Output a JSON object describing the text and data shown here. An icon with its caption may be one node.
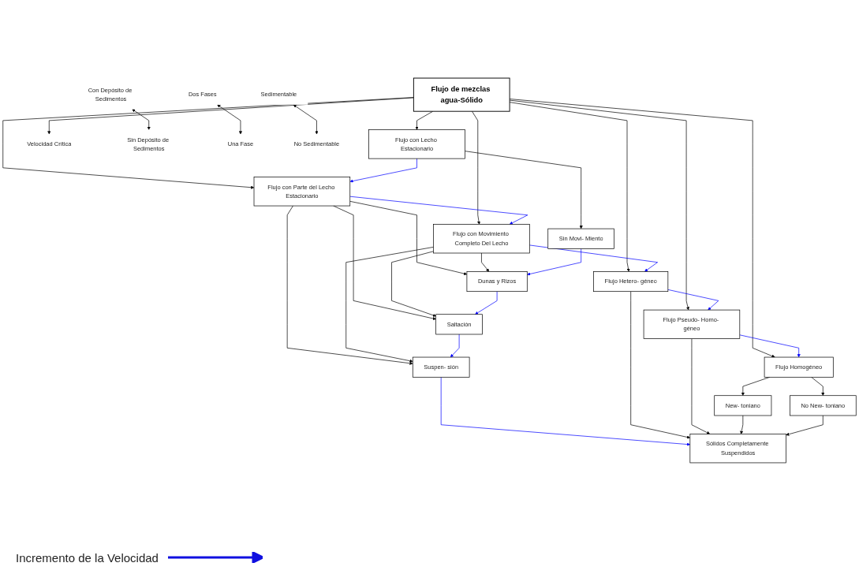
{
  "diagram": {
    "nodes": [
      {
        "text": [
          "Flujo de mezclas agua-Sólido"
        ]
      },
      {
        "text": [
          "Flujo con Lecho Estacionario"
        ]
      },
      {
        "text": [
          "Flujo con Parte del Lecho Estacionario"
        ]
      },
      {
        "text": [
          "Flujo con Movimiento Completo Del Lecho"
        ]
      },
      {
        "text": [
          "Flujo Hetero- géneo"
        ]
      },
      {
        "text": [
          "Flujo Pseudo- Homo- géneo"
        ]
      },
      {
        "text": [
          "Flujo Homogéneo"
        ]
      },
      {
        "text": [
          "New- toniano"
        ]
      },
      {
        "text": [
          "No New- toniano"
        ]
      },
      {
        "text": [
          "Sin Movi- Miento"
        ]
      },
      {
        "text": [
          "Dunas y Rizos"
        ]
      },
      {
        "text": [
          "Saltación"
        ]
      },
      {
        "text": [
          "Suspen- sión"
        ]
      },
      {
        "text": [
          "Sólidos Completamente Suspendidos"
        ]
      },
      {
        "text": [
          "Velocidad Crítica"
        ]
      },
      {
        "text": [
          "Con Depósito de Sedimentos"
        ]
      },
      {
        "text": [
          "Sin Depósito de Sedimentos"
        ]
      },
      {
        "text": [
          "Dos Fases"
        ]
      },
      {
        "text": [
          "Una Fase"
        ]
      },
      {
        "text": [
          "Sedimentable"
        ]
      },
      {
        "text": [
          "No Sedimentable"
        ]
      }
    ],
    "edges": [
      {
        "from": 0,
        "to": 1,
        "arrow": "to"
      },
      {
        "from": 0,
        "to": 2,
        "arrow": "to"
      },
      {
        "from": 0,
        "to": 3,
        "arrow": "to"
      },
      {
        "from": 0,
        "to": 4,
        "arrow": "to"
      },
      {
        "from": 0,
        "to": 5,
        "arrow": "to"
      },
      {
        "from": 0,
        "to": 6,
        "arrow": "to"
      },
      {
        "from": 1,
        "to": 2,
        "arrow": "to",
        "color": "#0000ff"
      },
      {
        "from": 2,
        "to": 3,
        "arrow": "to",
        "color": "#0000ff"
      },
      {
        "from": 3,
        "to": 4,
        "arrow": "to",
        "color": "#0000ff"
      },
      {
        "from": 4,
        "to": 5,
        "arrow": "to",
        "color": "#0000ff"
      },
      {
        "from": 5,
        "to": 6,
        "arrow": "to",
        "color": "#0000ff"
      },
      {
        "from": 6,
        "to": 7,
        "arrow": "to"
      },
      {
        "from": 6,
        "to": 8,
        "arrow": "to"
      },
      {
        "from": 1,
        "to": 9,
        "arrow": "to"
      },
      {
        "from": 2,
        "to": 10,
        "arrow": "to"
      },
      {
        "from": 2,
        "to": 11,
        "arrow": "to"
      },
      {
        "from": 2,
        "to": 12,
        "arrow": "to"
      },
      {
        "from": 3,
        "to": 10,
        "arrow": "to"
      },
      {
        "from": 3,
        "to": 11,
        "arrow": "to"
      },
      {
        "from": 3,
        "to": 12,
        "arrow": "to"
      },
      {
        "from": 9,
        "to": 10,
        "arrow": "to",
        "color": "#0000ff"
      },
      {
        "from": 10,
        "to": 11,
        "arrow": "to",
        "color": "#0000ff"
      },
      {
        "from": 11,
        "to": 12,
        "arrow": "to",
        "color": "#0000ff"
      },
      {
        "from": 12,
        "to": 13,
        "arrow": "to",
        "color": "#0000ff"
      },
      {
        "from": 4,
        "to": 13,
        "arrow": "to"
      },
      {
        "from": 5,
        "to": 13,
        "arrow": "to"
      },
      {
        "from": 7,
        "to": 13,
        "arrow": "to"
      },
      {
        "from": 8,
        "to": 13,
        "arrow": "to"
      },
      {
        "from": 0,
        "to": 14,
        "arrow": "to"
      },
      {
        "from": 15,
        "to": 16,
        "arrow": "both"
      },
      {
        "from": 17,
        "to": 18,
        "arrow": "both"
      },
      {
        "from": 19,
        "to": 20,
        "arrow": "both"
      }
    ],
    "labels": [
      "Incremento de la Velocidad"
    ]
  }
}
